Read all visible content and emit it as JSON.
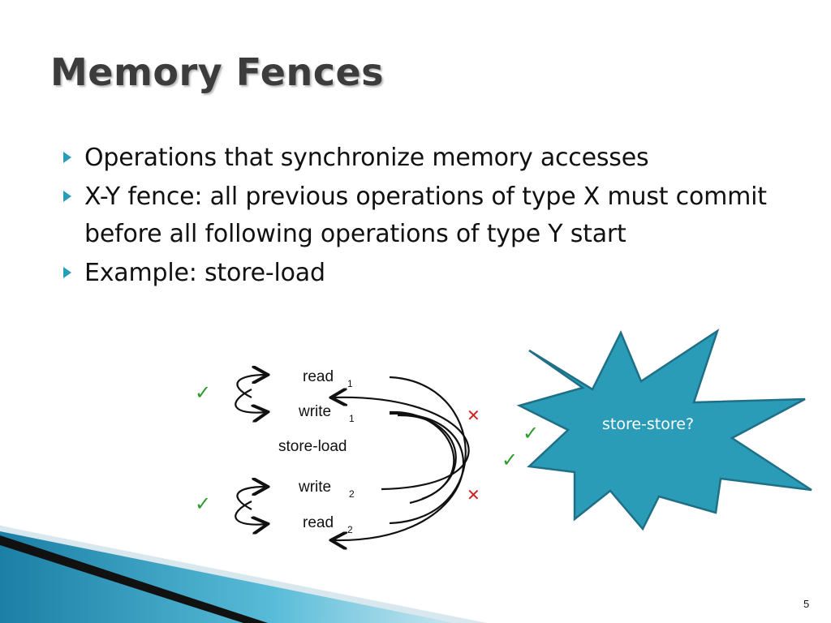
{
  "slide": {
    "title": "Memory Fences",
    "bullets": [
      "Operations that synchronize memory accesses",
      "X-Y fence: all previous operations of type X must commit before all following operations of type Y start",
      "Example: store-load"
    ],
    "page_number": "5"
  },
  "diagram": {
    "read1": {
      "base": "read",
      "sub": "1"
    },
    "write1": {
      "base": "write",
      "sub": "1"
    },
    "fence_label": "store-load",
    "write2": {
      "base": "write",
      "sub": "2"
    },
    "read2": {
      "base": "read",
      "sub": "2"
    },
    "check_glyph": "✓",
    "cross_glyph": "✕"
  },
  "callout": {
    "text": "store-store?",
    "fill": "#2b9cb8",
    "stroke": "#1f6f86"
  },
  "colors": {
    "accent": "#2a9bb8",
    "check": "#2e9b2e",
    "cross": "#d42020"
  }
}
